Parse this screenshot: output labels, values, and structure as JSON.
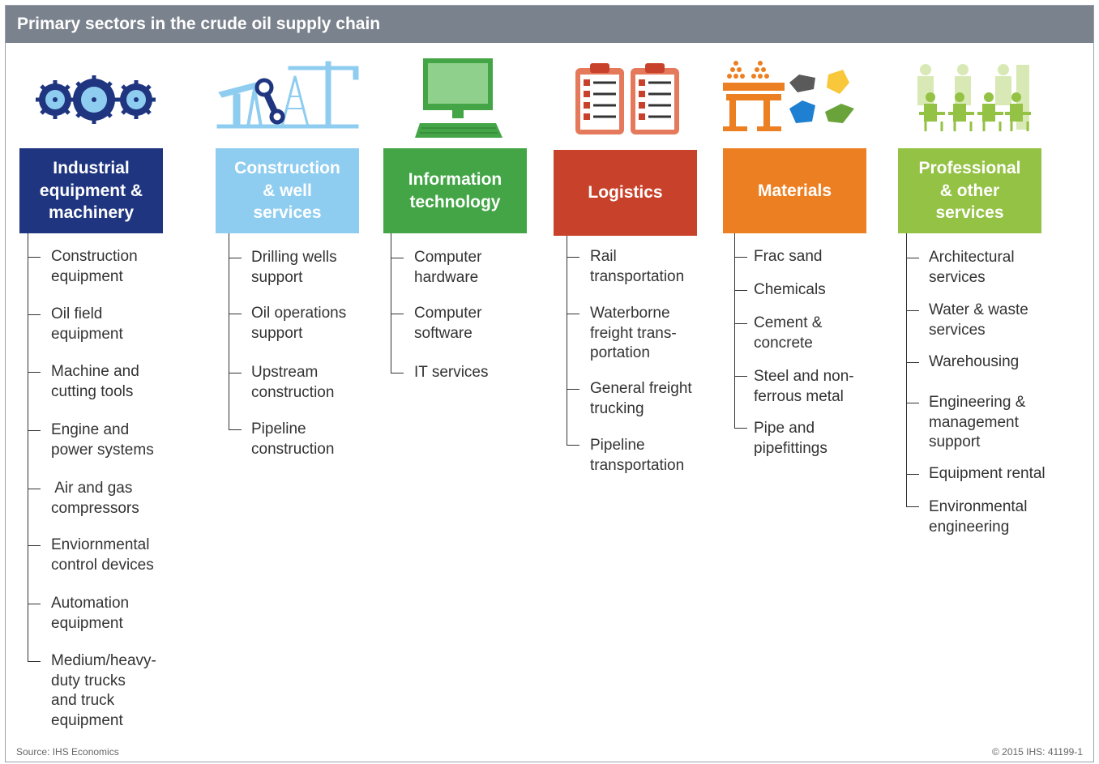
{
  "title": "Primary sectors in the crude oil supply chain",
  "source": "Source: IHS Economics",
  "copyright": "© 2015 IHS: 41199-1",
  "colors": {
    "title_bar": "#7a828d",
    "industrial": "#1f3580",
    "construction": "#8fcdf0",
    "it": "#43a546",
    "logistics": "#c8422b",
    "materials": "#ed7f23",
    "professional": "#94c244"
  },
  "columns": [
    {
      "icon": "gears-icon",
      "heading": [
        "Industrial",
        "equipment &",
        "machinery"
      ],
      "items": [
        [
          "Construction",
          "equipment"
        ],
        [
          "Oil field",
          "equipment"
        ],
        [
          "Machine and",
          "cutting tools"
        ],
        [
          "Engine and",
          "power systems"
        ],
        [
          " Air and gas",
          "compressors"
        ],
        [
          "Enviornmental",
          "control devices"
        ],
        [
          "Automation",
          "equipment"
        ],
        [
          "Medium/heavy-",
          "duty trucks",
          "and truck",
          "equipment"
        ]
      ]
    },
    {
      "icon": "oil-rig-crane-icon",
      "heading": [
        "Construction",
        "& well",
        "services"
      ],
      "items": [
        [
          "Drilling wells",
          "support"
        ],
        [
          "Oil operations",
          "support"
        ],
        [
          "Upstream",
          "construction"
        ],
        [
          "Pipeline",
          "construction"
        ]
      ]
    },
    {
      "icon": "computer-icon",
      "heading": [
        "Information",
        "technology"
      ],
      "items": [
        [
          "Computer",
          "hardware"
        ],
        [
          "Computer",
          "software"
        ],
        [
          "IT services"
        ]
      ]
    },
    {
      "icon": "clipboard-checklist-icon",
      "heading": [
        "Logistics"
      ],
      "items": [
        [
          "Rail",
          "transportation"
        ],
        [
          "Waterborne",
          "freight trans-",
          "portation"
        ],
        [
          "General freight",
          "trucking"
        ],
        [
          "Pipeline",
          "transportation"
        ]
      ]
    },
    {
      "icon": "materials-icon",
      "heading": [
        "Materials"
      ],
      "items": [
        [
          "Frac sand"
        ],
        [
          "Chemicals"
        ],
        [
          "Cement &",
          "concrete"
        ],
        [
          "Steel and non-",
          "ferrous metal"
        ],
        [
          "Pipe and",
          "pipefittings"
        ]
      ]
    },
    {
      "icon": "office-workers-icon",
      "heading": [
        "Professional",
        "& other",
        "services"
      ],
      "items": [
        [
          "Architectural",
          "services"
        ],
        [
          "Water & waste",
          "services"
        ],
        [
          "Warehousing"
        ],
        [
          "Engineering &",
          "management",
          "support"
        ],
        [
          "Equipment rental"
        ],
        [
          "Environmental",
          "engineering"
        ]
      ]
    }
  ]
}
